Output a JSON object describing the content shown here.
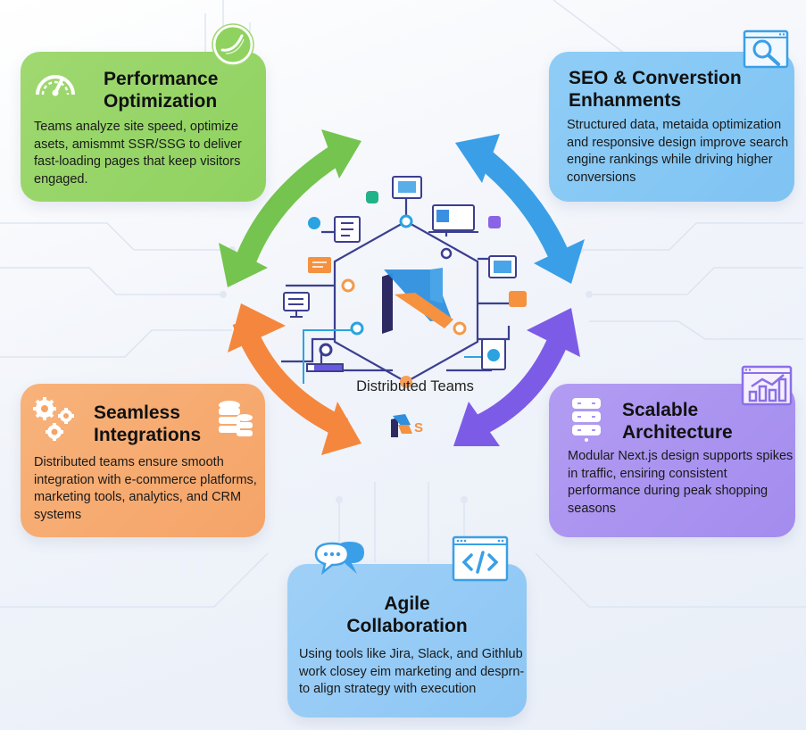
{
  "hub": {
    "label": "Distributed Teams",
    "logo_letter": "N",
    "mini_logo_suffix": "S"
  },
  "cards": {
    "performance": {
      "title_line1": "Performance",
      "title_line2": "Optimization",
      "description": "Teams analyze site speed, optimize asets, amismmt SSR/SSG to deliver fast-loading pages that keep visitors engaged.",
      "color": "#95d566",
      "icons": [
        "speedometer-icon",
        "leaf-badge-icon"
      ]
    },
    "seo": {
      "title_line1": "SEO & Converstion",
      "title_line2": "Enhanments",
      "description": "Structured data, metaida optimization and responsive design improve search engine rankings while driving higher conversions",
      "color": "#85c8f4",
      "icons": [
        "browser-search-icon"
      ]
    },
    "integrations": {
      "title_line1": "Seamless",
      "title_line2": "Integrations",
      "description": "Distributed teams ensure smooth integration with e-commerce platforms, marketing tools, analytics, and CRM systems",
      "color": "#f6aa70",
      "icons": [
        "gears-icon",
        "database-stack-icon"
      ]
    },
    "scalable": {
      "title_line1": "Scalable",
      "title_line2": "Architecture",
      "description": "Modular Next.js design supports spikes in traffic, ensiring consistent performance during peak shopping seasons",
      "color": "#a994f0",
      "icons": [
        "server-icon",
        "browser-bar-chart-icon"
      ]
    },
    "agile": {
      "title_line1": "Agile",
      "title_line2": "Collaboration",
      "description": "Using tools like Jira, Slack, and Githlub work closey eim marketing and desprn- to align strategy with execution",
      "color": "#95cbf5",
      "icons": [
        "chat-bubbles-icon",
        "browser-code-icon"
      ]
    }
  },
  "arrows": {
    "green": "#74c44f",
    "blue": "#3a9fe6",
    "orange": "#f4873d",
    "purple": "#7c5ce6"
  }
}
